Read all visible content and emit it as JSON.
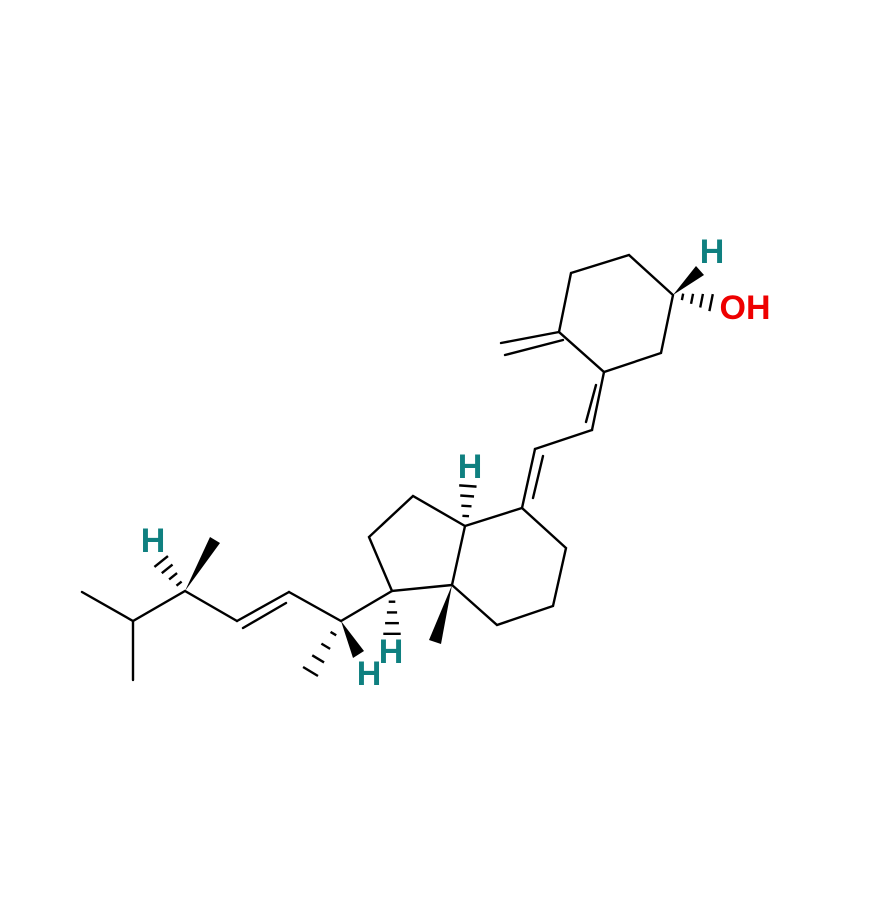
{
  "molecule": {
    "atom_labels": {
      "h_c3": "H",
      "oh": "OH",
      "h_c14": "H",
      "h_c17": "H",
      "h_c20": "H",
      "h_c24": "H"
    },
    "colors": {
      "hydrogen": "#0f8080",
      "oxygen": "#ee0000",
      "bond": "#000000"
    }
  }
}
